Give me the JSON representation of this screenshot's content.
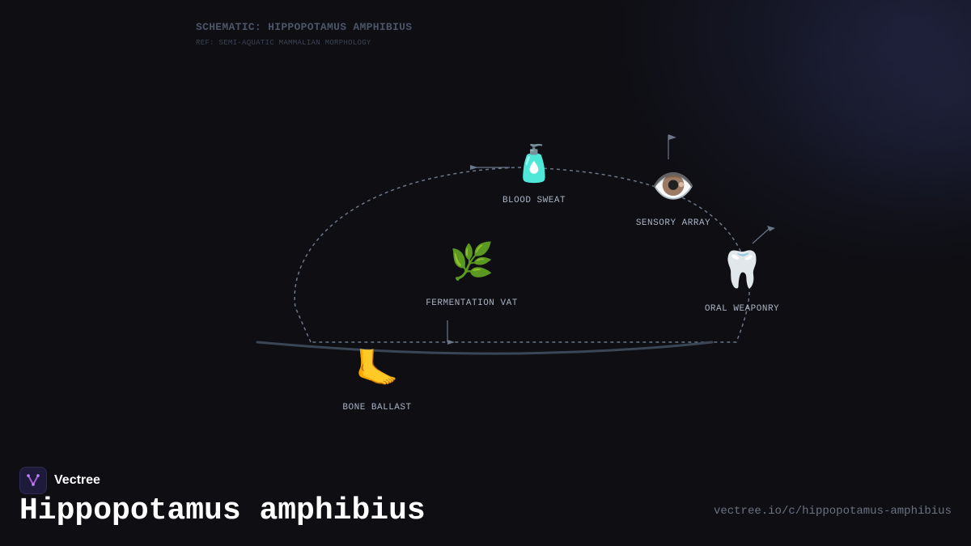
{
  "schematic": {
    "title": "SCHEMATIC: HIPPOPOTAMUS AMPHIBIUS",
    "ref": "REF: SEMI-AQUATIC MAMMALIAN MORPHOLOGY"
  },
  "nodes": [
    {
      "id": "blood-sweat",
      "label": "BLOOD SWEAT",
      "icon": "lotion-bottle-icon",
      "glyph": "🧴"
    },
    {
      "id": "sensory-array",
      "label": "SENSORY ARRAY",
      "icon": "eye-icon",
      "glyph": "👁️"
    },
    {
      "id": "fermentation-vat",
      "label": "FERMENTATION VAT",
      "icon": "herb-icon",
      "glyph": "🌿"
    },
    {
      "id": "oral-weaponry",
      "label": "ORAL WEAPONRY",
      "icon": "tooth-icon",
      "glyph": "🦷"
    },
    {
      "id": "bone-ballast",
      "label": "BONE BALLAST",
      "icon": "foot-icon",
      "glyph": "🦶"
    }
  ],
  "brand": {
    "name": "Vectree",
    "logo": "vectree-logo-icon"
  },
  "species_name": "Hippopotamus amphibius",
  "url": "vectree.io/c/hippopotamus-amphibius",
  "colors": {
    "background": "#0e0e13",
    "outline": "#6b7688",
    "waterline": "#3a4556",
    "label": "#aab2c2",
    "brand_accent": "#a35bd6"
  }
}
